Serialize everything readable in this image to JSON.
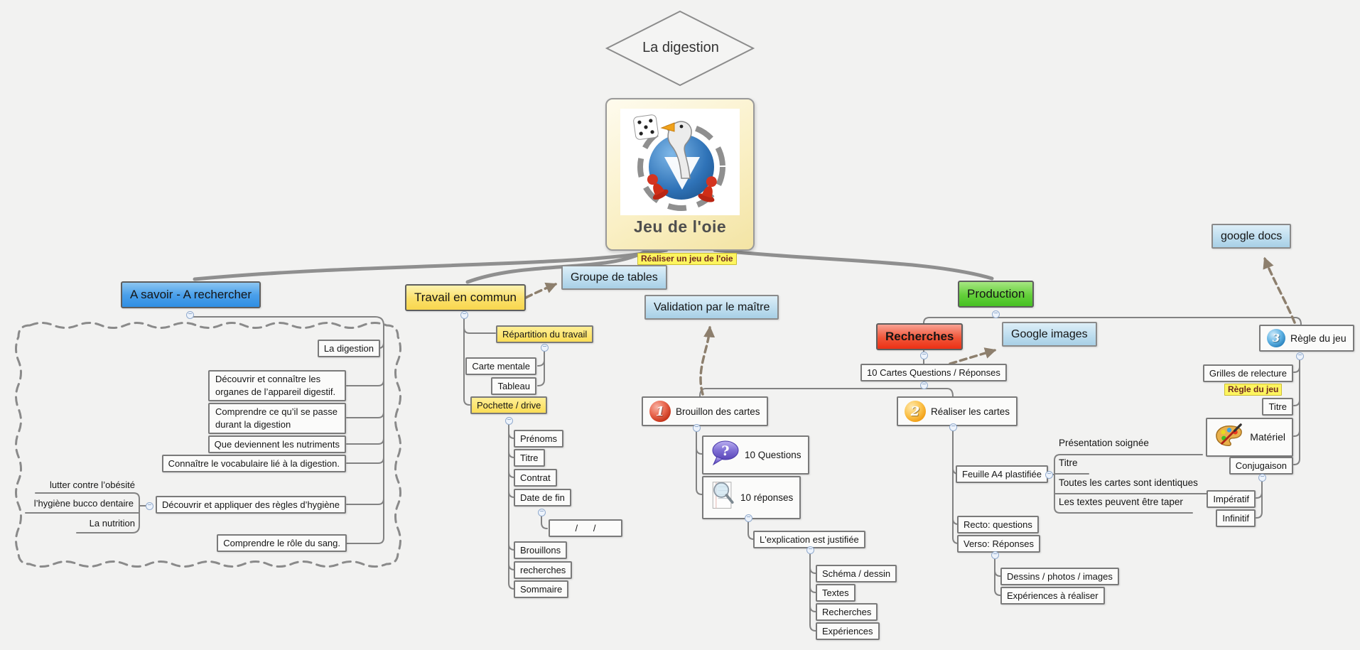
{
  "ui": {
    "collapse": "−"
  },
  "colors": {
    "canvas_bg": "#f2f2f1",
    "main_blue": "#3e97e6",
    "main_yellow": "#fbdb58",
    "main_green": "#52c52c",
    "alert_red": "#ee3a21",
    "floating_blue": "#bcdcee",
    "label_yellow": "#fdf55f",
    "connector_gray": "#828282",
    "relationship_brown": "#8d7f6d"
  },
  "diamond": {
    "label": "La digestion"
  },
  "root": {
    "title": "Jeu de l'oie",
    "callout": "Réaliser un jeu de l'oie"
  },
  "float": {
    "groupe": "Groupe de tables",
    "validation": "Validation par le maître",
    "gdocs": "google docs",
    "gimages": "Google images"
  },
  "asavoir": {
    "label": "A savoir - A rechercher",
    "digestion": "La digestion",
    "organes": "Découvrir et connaître les organes de l’appareil digestif.",
    "passe": "Comprendre ce qu’il se passe durant la digestion",
    "nutriments": "Que deviennent les nutriments",
    "vocab": "Connaître le vocabulaire lié à la digestion.",
    "obesite": "lutter contre l’obésité",
    "bucco": "l’hygiène bucco dentaire",
    "nutrition": "La nutrition",
    "hygiene": "Découvrir et appliquer des règles d’hygiène",
    "sang": "Comprendre le rôle du sang."
  },
  "travail": {
    "label": "Travail en commun",
    "repartition": "Répartition du travail",
    "carte": "Carte mentale",
    "tableau": "Tableau",
    "pochette": "Pochette / drive",
    "prenoms": "Prénoms",
    "titre": "Titre",
    "contrat": "Contrat",
    "datefin": "Date de fin",
    "dateval": "/      /",
    "brouillons": "Brouillons",
    "recherches": "recherches",
    "sommaire": "Sommaire"
  },
  "prod": {
    "label": "Production",
    "recherches": "Recherches",
    "cartesqr": "10 Cartes Questions / Réponses"
  },
  "brouillon": {
    "num": "1",
    "label": "Brouillon des cartes",
    "questions": "10 Questions",
    "reponses": "10 réponses",
    "explication": "L'explication est justifiée",
    "schema": "Schéma / dessin",
    "textes": "Textes",
    "recherches": "Recherches",
    "experiences": "Expériences"
  },
  "realiser": {
    "num": "2",
    "label": "Réaliser les cartes",
    "feuille": "Feuille A4 plastifiée",
    "presentation": "Présentation soignée",
    "titre": "Titre",
    "identiques": "Toutes les cartes sont identiques",
    "taper": "Les textes peuvent être taper",
    "recto": "Recto: questions",
    "verso": "Verso: Réponses",
    "dessins": "Dessins / photos / images",
    "experiences": "Expériences à réaliser"
  },
  "regle": {
    "num": "3",
    "label": "Règle du jeu",
    "grilles": "Grilles de relecture",
    "etiquette": "Règle du jeu",
    "titre": "Titre",
    "materiel": "Matériel",
    "conjugaison": "Conjugaison",
    "imperatif": "Impératif",
    "infinitif": "Infinitif"
  }
}
